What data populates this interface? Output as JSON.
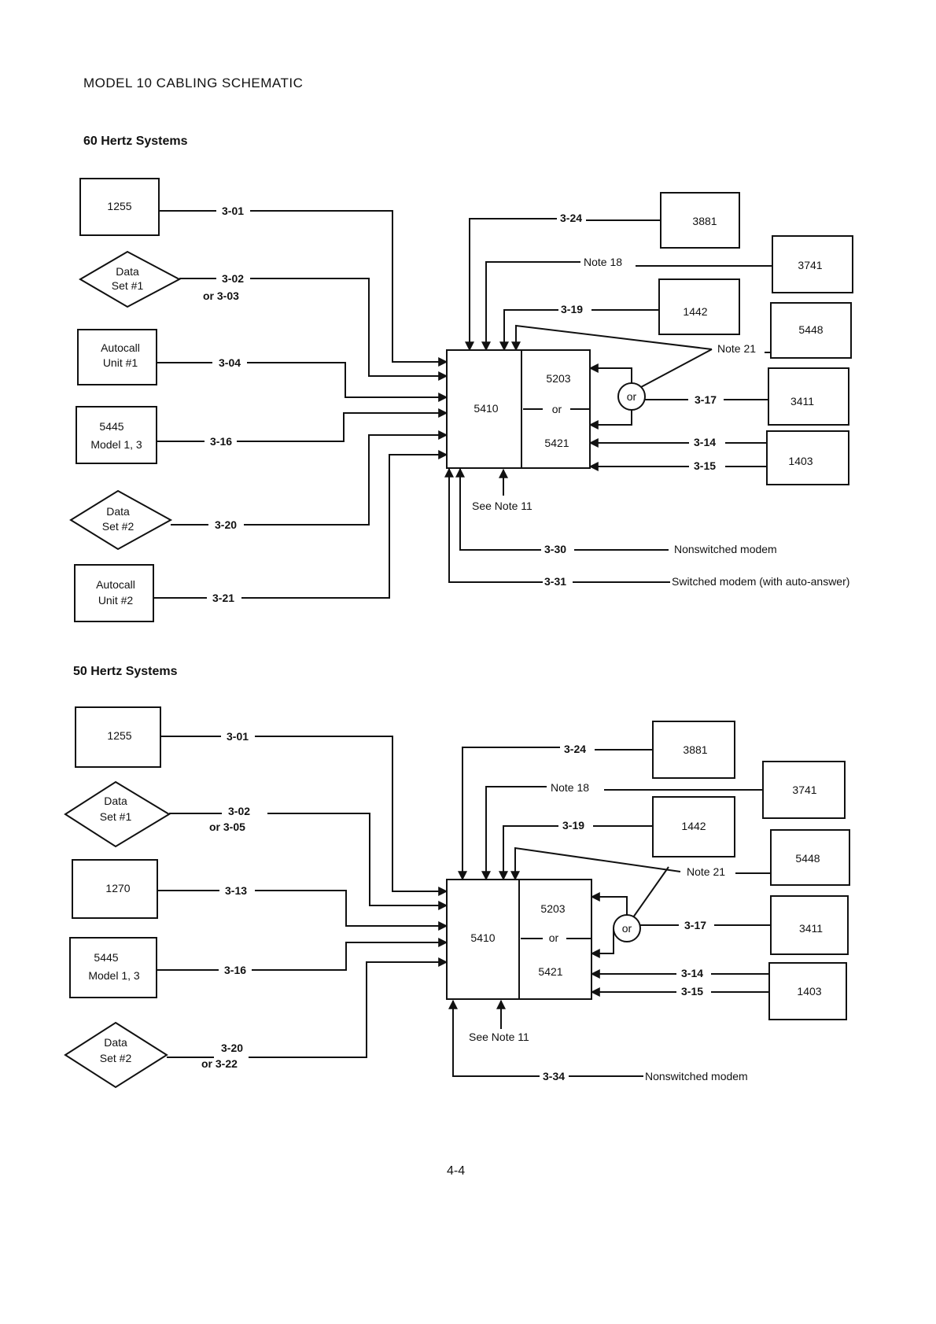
{
  "title": "MODEL 10 CABLING SCHEMATIC",
  "page_number": "4-4",
  "sections": [
    {
      "heading": "60 Hertz Systems",
      "devices": {
        "d1255": "1255",
        "ds1_l1": "Data",
        "ds1_l2": "Set #1",
        "au1_l1": "Autocall",
        "au1_l2": "Unit #1",
        "m5445_l1": "5445",
        "m5445_l2": "Model 1, 3",
        "ds2_l1": "Data",
        "ds2_l2": "Set #2",
        "au2_l1": "Autocall",
        "au2_l2": "Unit #2",
        "d5410": "5410",
        "d5203": "5203",
        "or_inner": "or",
        "d5421": "5421",
        "or_circle": "or",
        "d3881": "3881",
        "d3741": "3741",
        "d1442": "1442",
        "d5448": "5448",
        "d3411": "3411",
        "d1403": "1403"
      },
      "cables": {
        "c301": "3-01",
        "c302": "3-02",
        "c303": "or  3-03",
        "c304": "3-04",
        "c316": "3-16",
        "c320": "3-20",
        "c321": "3-21",
        "c324": "3-24",
        "note18": "Note 18",
        "c319": "3-19",
        "note21": "Note 21",
        "c317": "3-17",
        "c314": "3-14",
        "c315": "3-15",
        "see_note11": "See Note 11",
        "c330": "3-30",
        "m330": "Nonswitched modem",
        "c331": "3-31",
        "m331": "Switched modem (with auto-answer)"
      }
    },
    {
      "heading": "50 Hertz Systems",
      "devices": {
        "d1255": "1255",
        "ds1_l1": "Data",
        "ds1_l2": "Set #1",
        "d1270": "1270",
        "m5445_l1": "5445",
        "m5445_l2": "Model 1, 3",
        "ds2_l1": "Data",
        "ds2_l2": "Set #2",
        "d5410": "5410",
        "d5203": "5203",
        "or_inner": "or",
        "d5421": "5421",
        "or_circle": "or",
        "d3881": "3881",
        "d3741": "3741",
        "d1442": "1442",
        "d5448": "5448",
        "d3411": "3411",
        "d1403": "1403"
      },
      "cables": {
        "c301": "3-01",
        "c302": "3-02",
        "c305": "or  3-05",
        "c313": "3-13",
        "c316": "3-16",
        "c320": "3-20",
        "c322": "or  3-22",
        "c324": "3-24",
        "note18": "Note 18",
        "c319": "3-19",
        "note21": "Note 21",
        "c317": "3-17",
        "c314": "3-14",
        "c315": "3-15",
        "see_note11": "See Note 11",
        "c334": "3-34",
        "m334": "Nonswitched modem"
      }
    }
  ]
}
